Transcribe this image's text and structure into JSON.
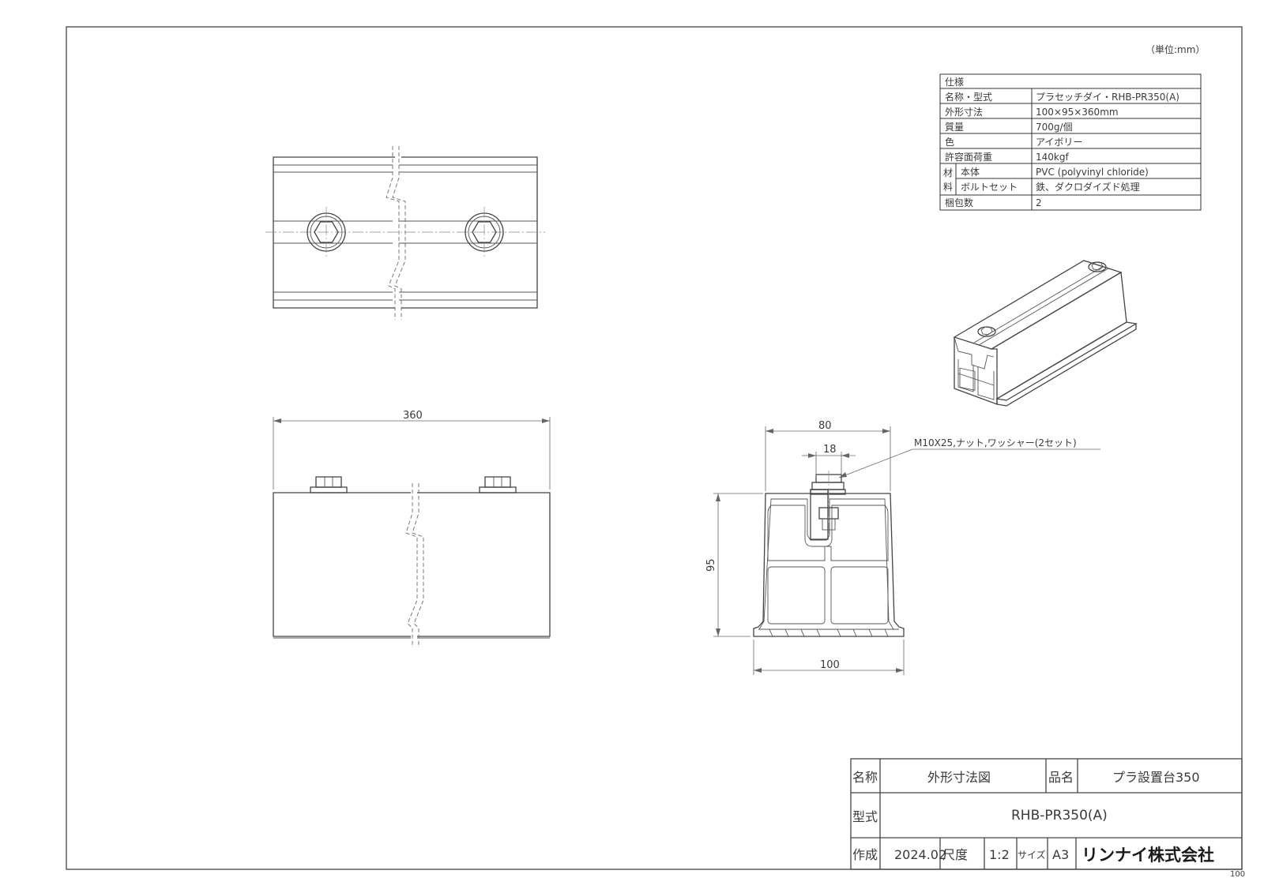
{
  "drawing": {
    "unit_note": "（単位:mm）",
    "spec_table": {
      "header": "仕様",
      "rows": [
        {
          "label": "名称・型式",
          "value": "プラセッチダイ・RHB-PR350(A)"
        },
        {
          "label": "外形寸法",
          "value": "100×95×360mm"
        },
        {
          "label": "質量",
          "value": "700g/個"
        },
        {
          "label": "色",
          "value": "アイボリー"
        },
        {
          "label": "許容面荷重",
          "value": "140kgf"
        },
        {
          "label": "本体",
          "value": "PVC (polyvinyl chloride)"
        },
        {
          "label": "ボルトセット",
          "value": "鉄、ダクロダイズド処理"
        },
        {
          "label": "梱包数",
          "value": "2"
        }
      ],
      "material_label_1": "材",
      "material_label_2": "料"
    },
    "dimensions": {
      "length": "360",
      "top_width": "80",
      "channel_width": "18",
      "height": "95",
      "base_width": "100",
      "bolt_note": "M10X25,ナット,ワッシャー(2セット)"
    },
    "title_block": {
      "name_label": "名称",
      "name_value": "外形寸法図",
      "product_label": "品名",
      "product_value": "プラ設置台350",
      "model_label": "型式",
      "model_value": "RHB-PR350(A)",
      "created_label": "作成",
      "created_value": "2024.02",
      "scale_label": "尺度",
      "scale_value": "1:2",
      "size_label": "サイズ",
      "size_value": "A3",
      "company": "リンナイ株式会社"
    },
    "corner_mark": "100"
  }
}
